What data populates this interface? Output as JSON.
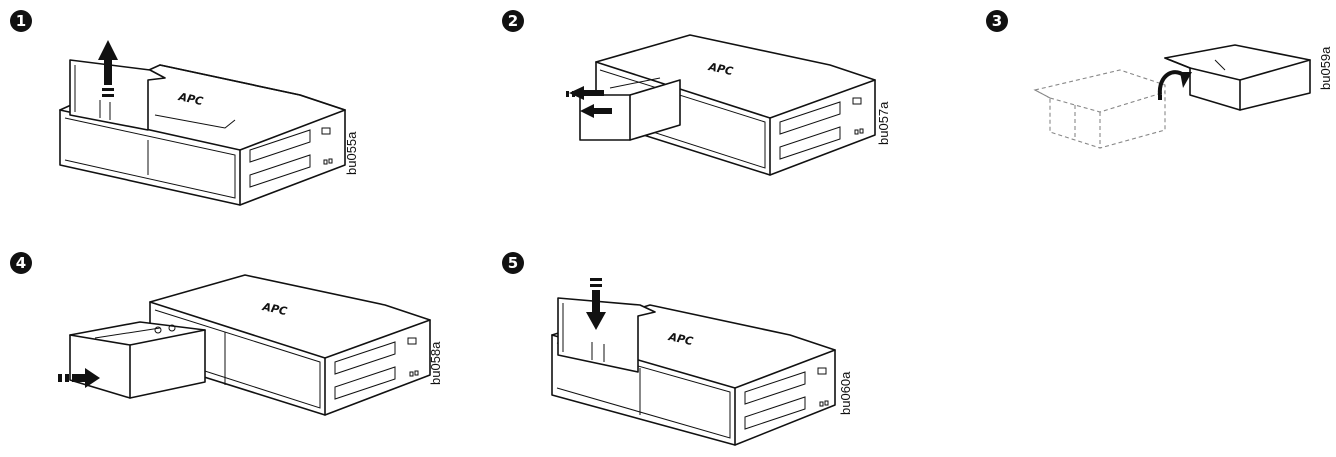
{
  "steps": [
    {
      "number": "1",
      "code": "bu055a",
      "arrow": "up",
      "brand": "APC"
    },
    {
      "number": "2",
      "code": "bu057a",
      "arrow": "left",
      "brand": "APC"
    },
    {
      "number": "3",
      "code": "bu059a",
      "arrow": "rotate"
    },
    {
      "number": "4",
      "code": "bu058a",
      "arrow": "right",
      "brand": "APC"
    },
    {
      "number": "5",
      "code": "bu060a",
      "arrow": "down",
      "brand": "APC"
    }
  ]
}
